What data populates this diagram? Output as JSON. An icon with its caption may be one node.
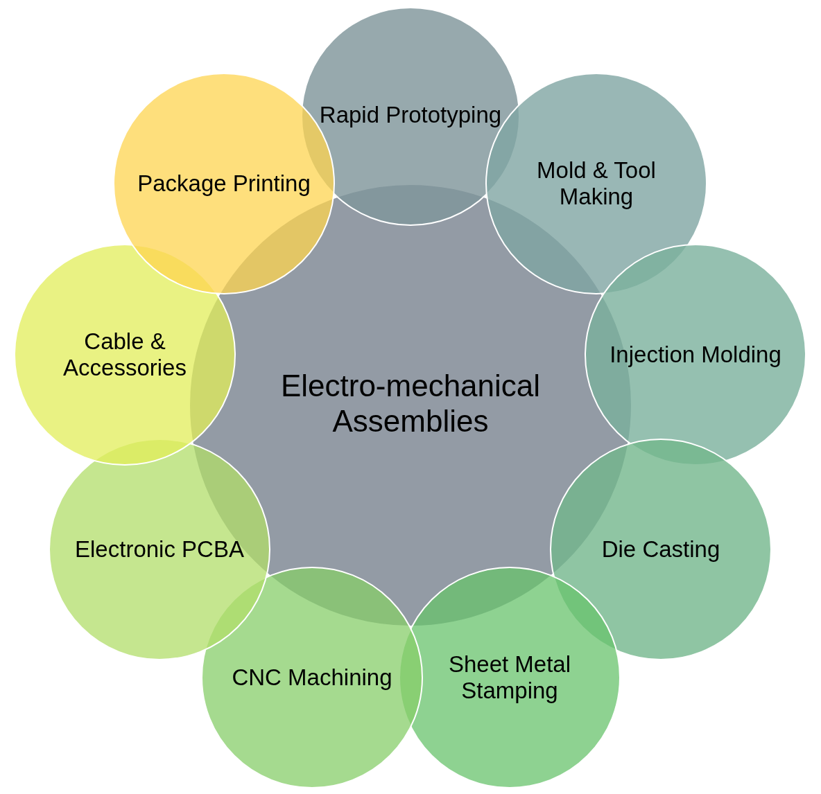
{
  "diagram": {
    "nodes": [
      {
        "text": [
          "Electro-mechanical Assemblies"
        ]
      },
      {
        "text": [
          "Rapid Prototyping"
        ]
      },
      {
        "text": [
          "Mold & Tool Making"
        ]
      },
      {
        "text": [
          "Injection Molding"
        ]
      },
      {
        "text": [
          "Die Casting"
        ]
      },
      {
        "text": [
          "Sheet Metal Stamping"
        ]
      },
      {
        "text": [
          "CNC Machining"
        ]
      },
      {
        "text": [
          "Electronic PCBA"
        ]
      },
      {
        "text": [
          "Cable & Accessories"
        ]
      },
      {
        "text": [
          "Package Printing"
        ]
      }
    ]
  }
}
